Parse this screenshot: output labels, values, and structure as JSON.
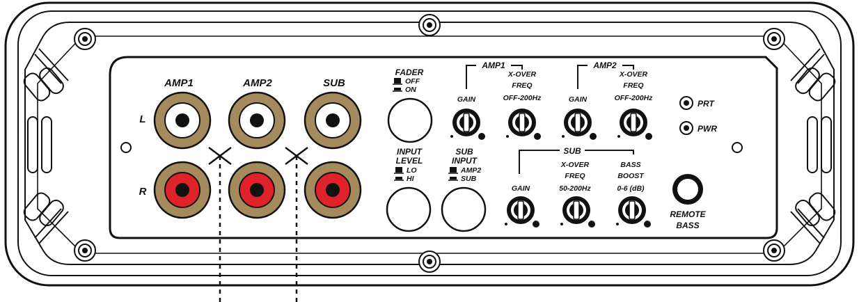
{
  "rca": {
    "columns": [
      "AMP1",
      "AMP2",
      "SUB"
    ],
    "rows": [
      "L",
      "R"
    ]
  },
  "fader": {
    "title": "FADER",
    "opt1": "OFF",
    "opt2": "ON"
  },
  "input_level": {
    "title1": "INPUT",
    "title2": "LEVEL",
    "opt1": "LO",
    "opt2": "HI"
  },
  "sub_input": {
    "title1": "SUB",
    "title2": "INPUT",
    "opt1": "AMP2",
    "opt2": "SUB"
  },
  "amp1": {
    "header": "AMP1",
    "gain": "GAIN",
    "xover1": "X-OVER",
    "xover2": "FREQ",
    "xover3": "OFF-200Hz"
  },
  "amp2": {
    "header": "AMP2",
    "gain": "GAIN",
    "xover1": "X-OVER",
    "xover2": "FREQ",
    "xover3": "OFF-200Hz"
  },
  "sub": {
    "header": "SUB",
    "gain": "GAIN",
    "xover1": "X-OVER",
    "xover2": "FREQ",
    "xover3": "50-200Hz",
    "bass1": "BASS",
    "bass2": "BOOST",
    "bass3": "0-6  (dB)"
  },
  "leds": {
    "prt": "PRT",
    "pwr": "PWR"
  },
  "remote": {
    "line1": "REMOTE",
    "line2": "BASS"
  },
  "colors": {
    "rca_outer": "#a48a5c",
    "rca_white": "#ffffff",
    "rca_red": "#e0222a",
    "line": "#111111"
  }
}
